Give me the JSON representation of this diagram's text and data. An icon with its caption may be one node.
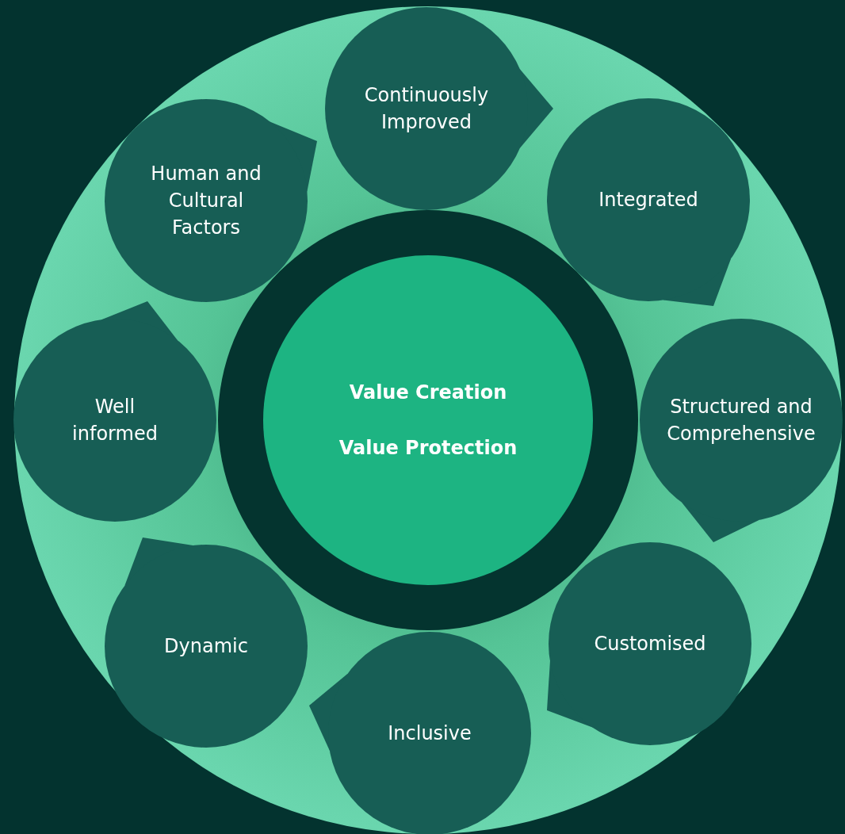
{
  "diagram": {
    "nodes": [
      {
        "text": [
          "Value Creation",
          "Value Protection"
        ]
      },
      {
        "text": [
          "Continuously Improved"
        ]
      },
      {
        "text": [
          "Integrated"
        ]
      },
      {
        "text": [
          "Structured and Comprehensive"
        ]
      },
      {
        "text": [
          "Customised"
        ]
      },
      {
        "text": [
          "Inclusive"
        ]
      },
      {
        "text": [
          "Dynamic"
        ]
      },
      {
        "text": [
          "Well informed"
        ]
      },
      {
        "text": [
          "Human and Cultural Factors"
        ]
      }
    ]
  }
}
